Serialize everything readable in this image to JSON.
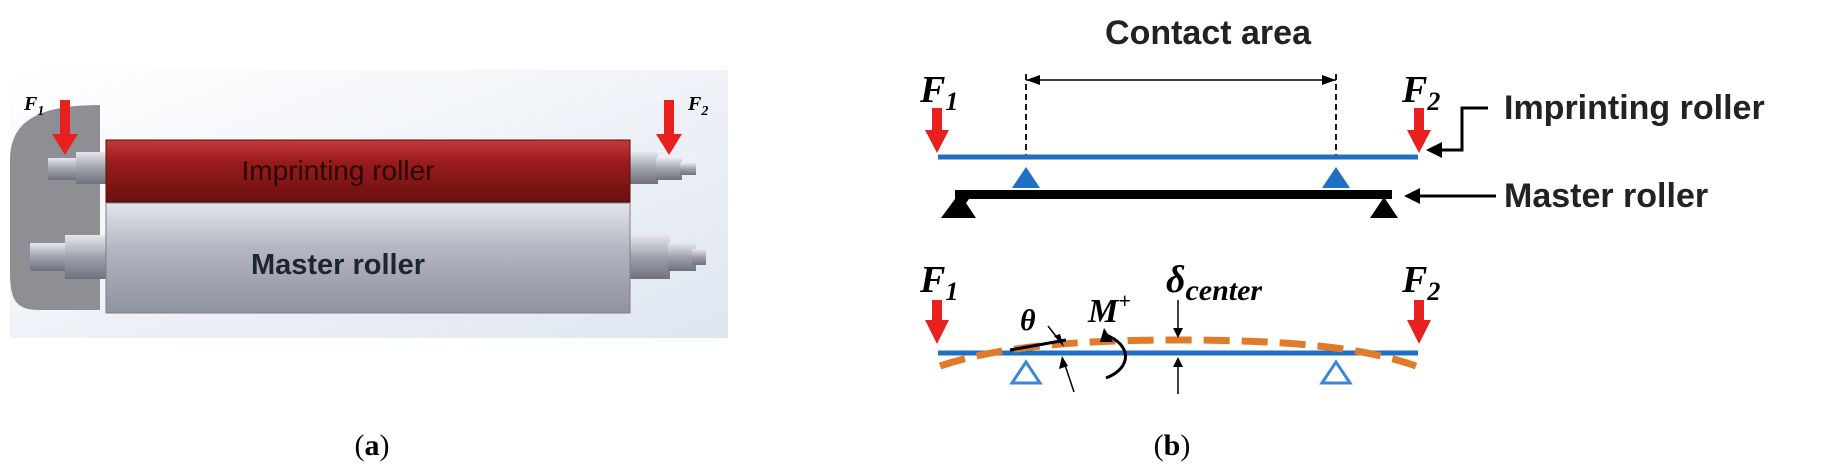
{
  "panel_a": {
    "imprinting_label": "Imprinting roller",
    "master_label": "Master roller",
    "f1": "F",
    "f1_sub": "1",
    "f2": "F",
    "f2_sub": "2",
    "caption_open": "(",
    "caption_letter": "a",
    "caption_close": ")"
  },
  "panel_b": {
    "contact_area": "Contact area",
    "imprinting_label": "Imprinting roller",
    "master_label": "Master roller",
    "f1": "F",
    "f1_sub": "1",
    "f2": "F",
    "f2_sub": "2",
    "theta": "θ",
    "moment": "M",
    "moment_sup": "+",
    "delta": "δ",
    "delta_sub": "center",
    "caption_open": "(",
    "caption_letter": "b",
    "caption_close": ")"
  },
  "colors": {
    "force_arrow": "#e8201e",
    "beam_blue": "#1f6fc5",
    "deflection_orange": "#e07b2a",
    "imprinting_roller": "#8f1a1a",
    "master_roller": "#a9acb8"
  }
}
